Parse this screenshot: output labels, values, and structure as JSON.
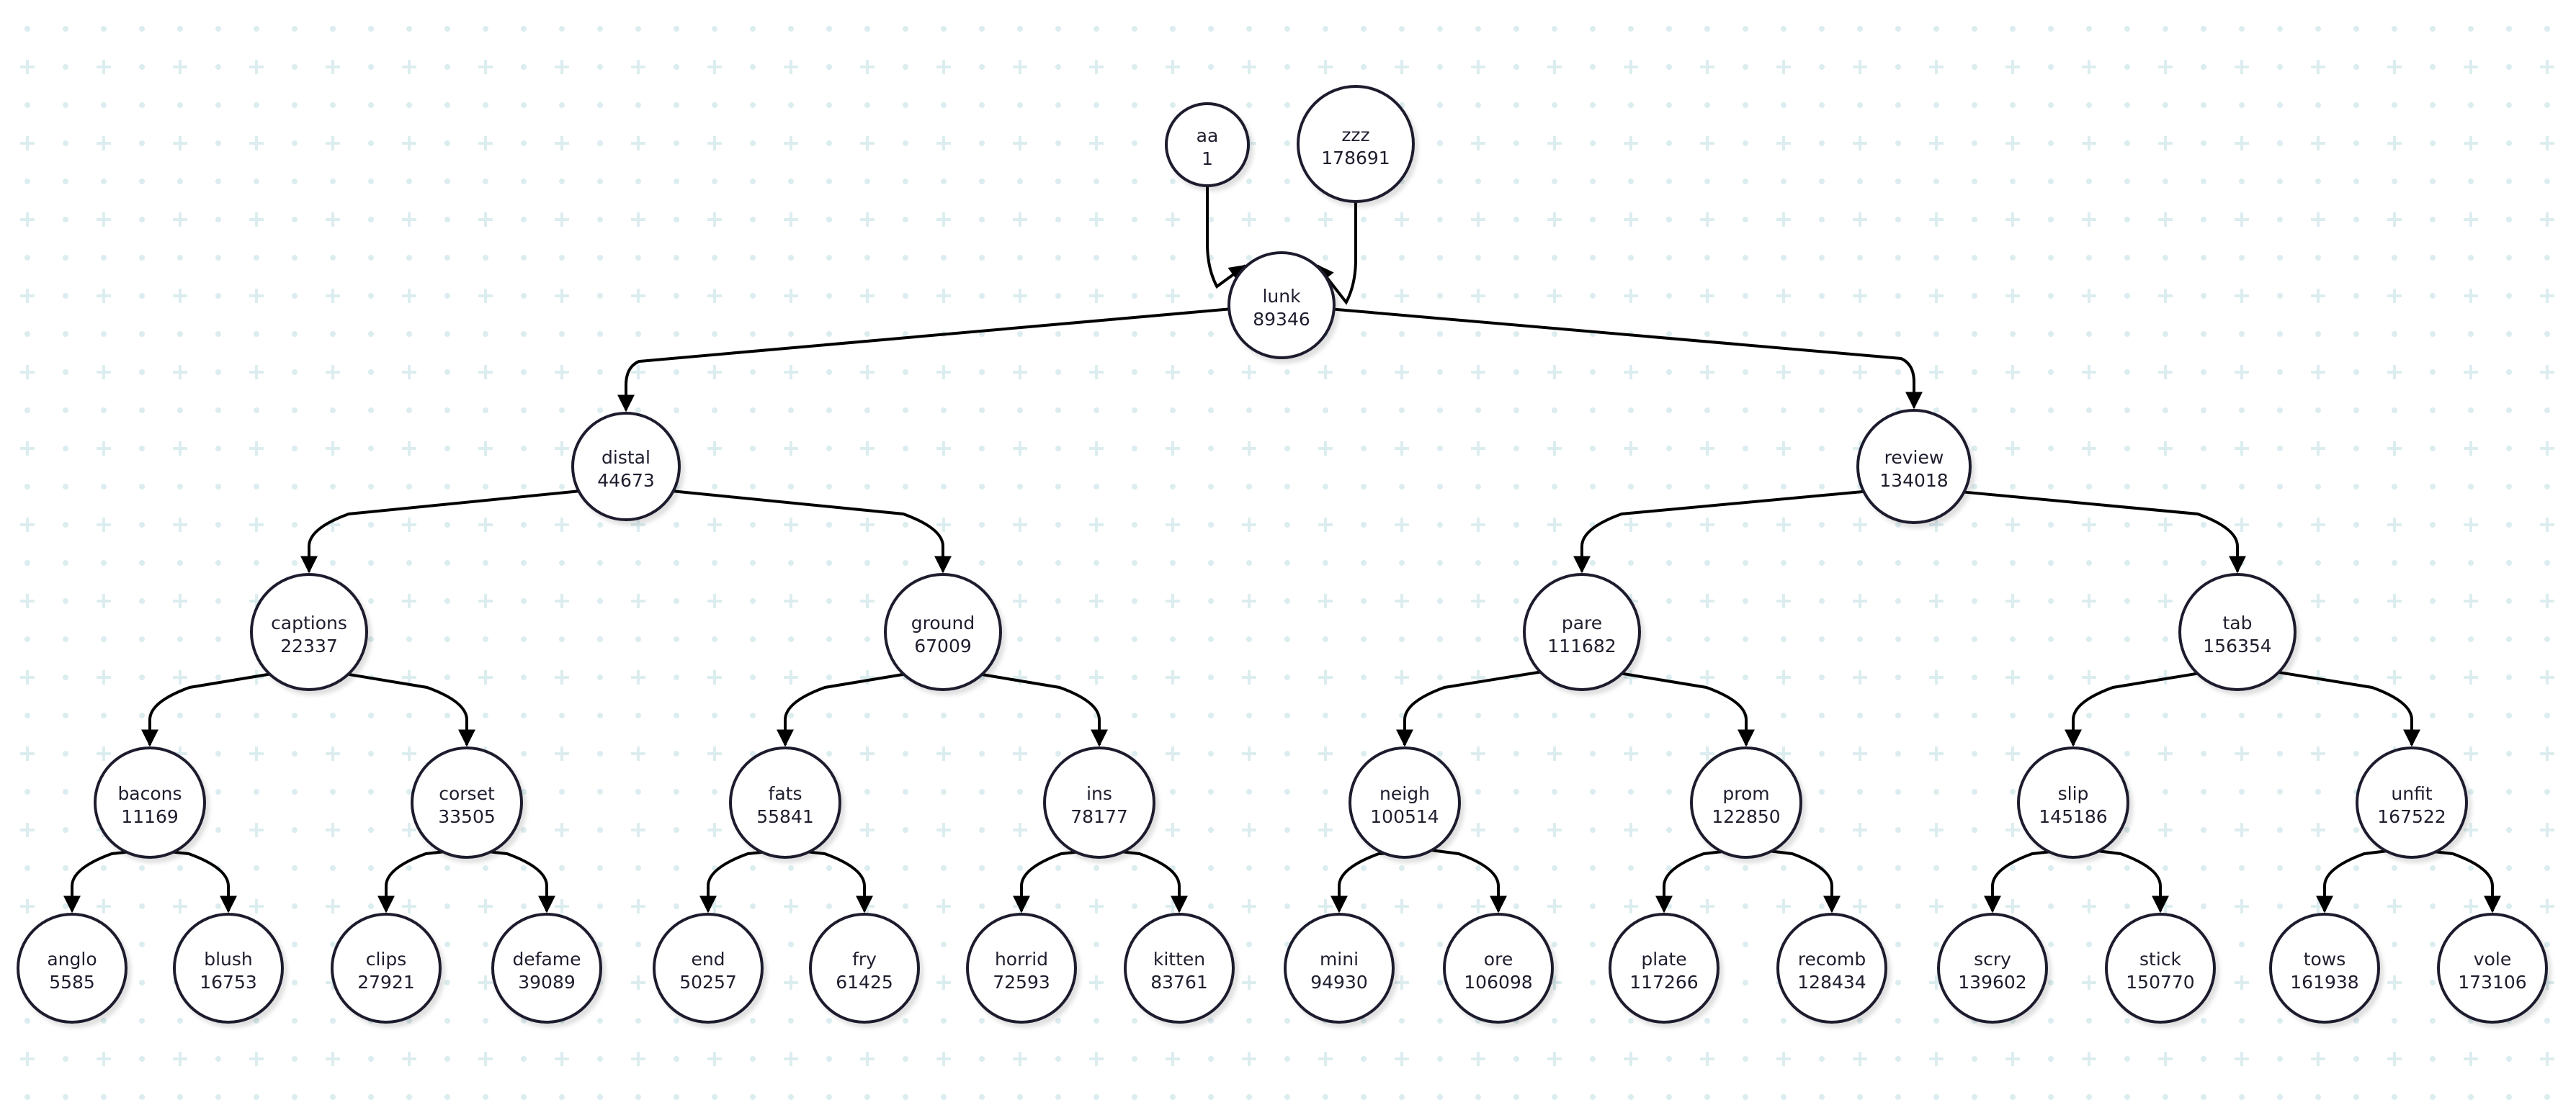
{
  "nodes": [
    {
      "id": "aa",
      "label": "aa",
      "value": "1"
    },
    {
      "id": "zzz",
      "label": "zzz",
      "value": "178691"
    },
    {
      "id": "lunk",
      "label": "lunk",
      "value": "89346"
    },
    {
      "id": "distal",
      "label": "distal",
      "value": "44673"
    },
    {
      "id": "review",
      "label": "review",
      "value": "134018"
    },
    {
      "id": "captions",
      "label": "captions",
      "value": "22337"
    },
    {
      "id": "ground",
      "label": "ground",
      "value": "67009"
    },
    {
      "id": "pare",
      "label": "pare",
      "value": "111682"
    },
    {
      "id": "tab",
      "label": "tab",
      "value": "156354"
    },
    {
      "id": "bacons",
      "label": "bacons",
      "value": "11169"
    },
    {
      "id": "corset",
      "label": "corset",
      "value": "33505"
    },
    {
      "id": "fats",
      "label": "fats",
      "value": "55841"
    },
    {
      "id": "ins",
      "label": "ins",
      "value": "78177"
    },
    {
      "id": "neigh",
      "label": "neigh",
      "value": "100514"
    },
    {
      "id": "prom",
      "label": "prom",
      "value": "122850"
    },
    {
      "id": "slip",
      "label": "slip",
      "value": "145186"
    },
    {
      "id": "unfit",
      "label": "unfit",
      "value": "167522"
    },
    {
      "id": "anglo",
      "label": "anglo",
      "value": "5585"
    },
    {
      "id": "blush",
      "label": "blush",
      "value": "16753"
    },
    {
      "id": "clips",
      "label": "clips",
      "value": "27921"
    },
    {
      "id": "defame",
      "label": "defame",
      "value": "39089"
    },
    {
      "id": "end",
      "label": "end",
      "value": "50257"
    },
    {
      "id": "fry",
      "label": "fry",
      "value": "61425"
    },
    {
      "id": "horrid",
      "label": "horrid",
      "value": "72593"
    },
    {
      "id": "kitten",
      "label": "kitten",
      "value": "83761"
    },
    {
      "id": "mini",
      "label": "mini",
      "value": "94930"
    },
    {
      "id": "ore",
      "label": "ore",
      "value": "106098"
    },
    {
      "id": "plate",
      "label": "plate",
      "value": "117266"
    },
    {
      "id": "recomb",
      "label": "recomb",
      "value": "128434"
    },
    {
      "id": "scry",
      "label": "scry",
      "value": "139602"
    },
    {
      "id": "stick",
      "label": "stick",
      "value": "150770"
    },
    {
      "id": "tows",
      "label": "tows",
      "value": "161938"
    },
    {
      "id": "vole",
      "label": "vole",
      "value": "173106"
    }
  ],
  "edges": [
    [
      "aa",
      "lunk"
    ],
    [
      "zzz",
      "lunk"
    ],
    [
      "lunk",
      "distal"
    ],
    [
      "lunk",
      "review"
    ],
    [
      "distal",
      "captions"
    ],
    [
      "distal",
      "ground"
    ],
    [
      "review",
      "pare"
    ],
    [
      "review",
      "tab"
    ],
    [
      "captions",
      "bacons"
    ],
    [
      "captions",
      "corset"
    ],
    [
      "ground",
      "fats"
    ],
    [
      "ground",
      "ins"
    ],
    [
      "pare",
      "neigh"
    ],
    [
      "pare",
      "prom"
    ],
    [
      "tab",
      "slip"
    ],
    [
      "tab",
      "unfit"
    ],
    [
      "bacons",
      "anglo"
    ],
    [
      "bacons",
      "blush"
    ],
    [
      "corset",
      "clips"
    ],
    [
      "corset",
      "defame"
    ],
    [
      "fats",
      "end"
    ],
    [
      "fats",
      "fry"
    ],
    [
      "ins",
      "horrid"
    ],
    [
      "ins",
      "kitten"
    ],
    [
      "neigh",
      "mini"
    ],
    [
      "neigh",
      "ore"
    ],
    [
      "prom",
      "plate"
    ],
    [
      "prom",
      "recomb"
    ],
    [
      "slip",
      "scry"
    ],
    [
      "slip",
      "stick"
    ],
    [
      "unfit",
      "tows"
    ],
    [
      "unfit",
      "vole"
    ]
  ],
  "colors": {
    "stroke": "#1e1e2e",
    "edge": "#000000",
    "grid": "#dcedef",
    "fill": "#ffffff"
  }
}
